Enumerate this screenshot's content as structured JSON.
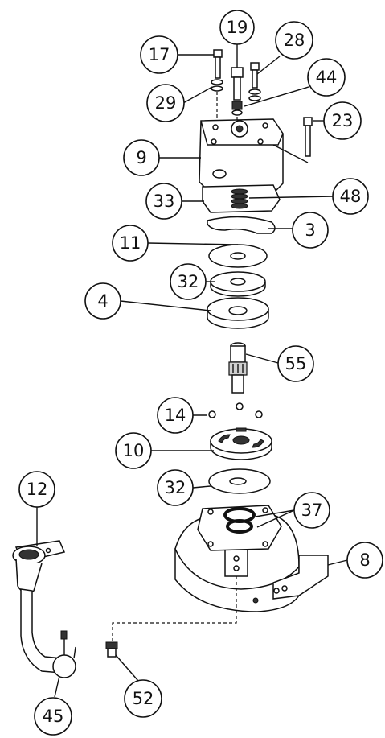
{
  "diagram": {
    "callouts": [
      {
        "id": "c17",
        "text": "17"
      },
      {
        "id": "c19",
        "text": "19"
      },
      {
        "id": "c28",
        "text": "28"
      },
      {
        "id": "c44",
        "text": "44"
      },
      {
        "id": "c29",
        "text": "29"
      },
      {
        "id": "c23",
        "text": "23"
      },
      {
        "id": "c9",
        "text": "9"
      },
      {
        "id": "c33",
        "text": "33"
      },
      {
        "id": "c48",
        "text": "48"
      },
      {
        "id": "c3",
        "text": "3"
      },
      {
        "id": "c11",
        "text": "11"
      },
      {
        "id": "c32a",
        "text": "32"
      },
      {
        "id": "c4",
        "text": "4"
      },
      {
        "id": "c55",
        "text": "55"
      },
      {
        "id": "c14",
        "text": "14"
      },
      {
        "id": "c10",
        "text": "10"
      },
      {
        "id": "c32b",
        "text": "32"
      },
      {
        "id": "c37",
        "text": "37"
      },
      {
        "id": "c12",
        "text": "12"
      },
      {
        "id": "c8",
        "text": "8"
      },
      {
        "id": "c52",
        "text": "52"
      },
      {
        "id": "c45",
        "text": "45"
      }
    ]
  }
}
